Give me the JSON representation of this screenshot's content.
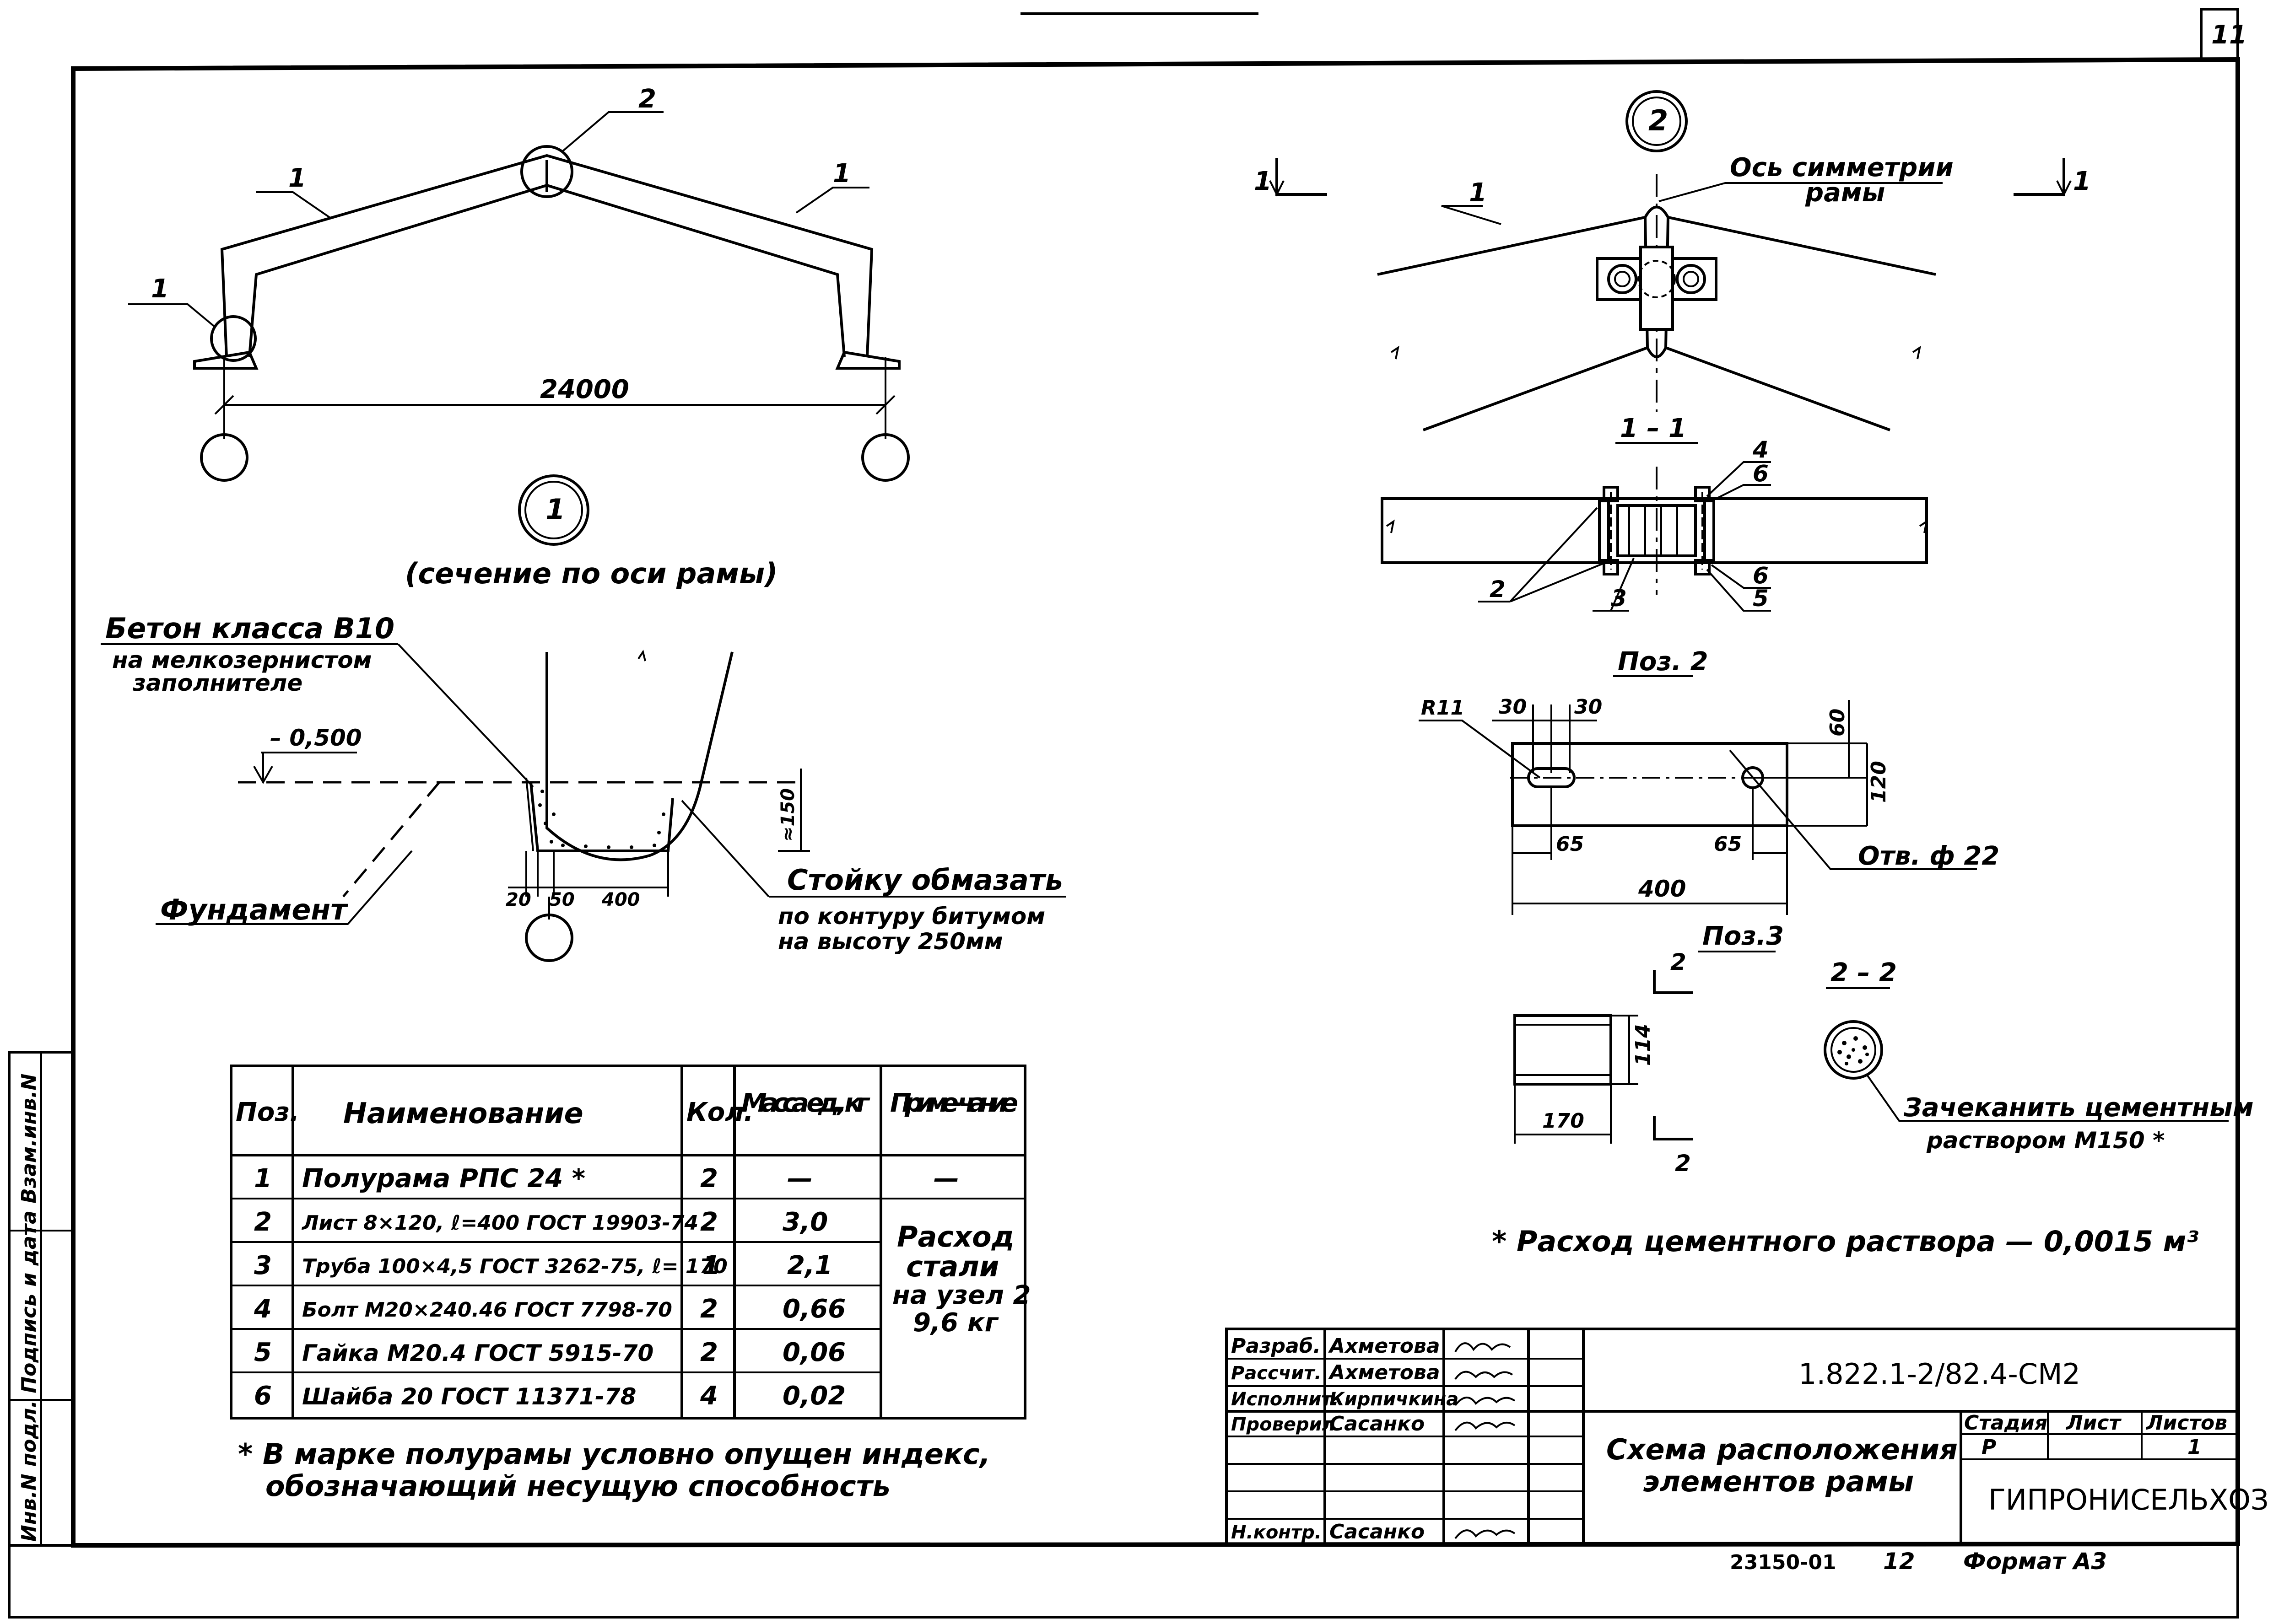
{
  "sheet": {
    "page_number": "11",
    "side_stamp": "Инв.N подл. Подпись и дата Взам.инв.N"
  },
  "frame_view": {
    "dimension": "24000",
    "callouts": [
      "1",
      "2",
      "1",
      "1"
    ],
    "circle_label": "1",
    "caption": "(сечение по оси рамы)"
  },
  "foundation_detail": {
    "concrete_line1": "Бетон класса В10",
    "concrete_line2": "на мелкозернистом",
    "concrete_line3": "заполнителе",
    "level": "– 0,500",
    "foundation": "Фундамент",
    "dim_150": "≈150",
    "dim_20": "20",
    "dim_50": "50",
    "dim_400": "400",
    "note_line1": "Стойку обмазать",
    "note_line2": "по контуру битумом",
    "note_line3": "на высоту 250мм"
  },
  "node_detail": {
    "circle_label": "2",
    "axis_line1": "Ось симметрии",
    "axis_line2": "рамы",
    "section_left": "1",
    "section_right": "1",
    "callout": "1"
  },
  "section_1_1": {
    "title": "1 – 1",
    "labels": [
      "4",
      "6",
      "2",
      "3",
      "6",
      "5"
    ]
  },
  "poz2": {
    "title": "Поз. 2",
    "r": "R11",
    "d30a": "30",
    "d30b": "30",
    "d60": "60",
    "d120": "120",
    "d65a": "65",
    "d65b": "65",
    "d400": "400",
    "hole": "Отв. ф 22"
  },
  "poz3": {
    "title": "Поз.3",
    "d114": "114",
    "d170": "170",
    "cut_top": "2",
    "cut_bottom": "2"
  },
  "section_2_2": {
    "title": "2 – 2",
    "note_line1": "Зачеканить цементным",
    "note_line2": "раствором М150 *"
  },
  "cement_note": "* Расход цементного раствора — 0,0015 м³",
  "spec_table": {
    "headers": [
      "Поз.",
      "Наименование",
      "Кол.",
      "Масса ед., кг",
      "Приме- чание"
    ],
    "rows": [
      {
        "pos": "1",
        "name": "Полурама  РПС 24 *",
        "qty": "2",
        "mass": "—",
        "note": "—"
      },
      {
        "pos": "2",
        "name": "Лист 8×120, ℓ=400 ГОСТ 19903-74",
        "qty": "2",
        "mass": "3,0",
        "note": ""
      },
      {
        "pos": "3",
        "name": "Труба 100×4,5 ГОСТ 3262-75, ℓ= 170",
        "qty": "1",
        "mass": "2,1",
        "note": ""
      },
      {
        "pos": "4",
        "name": "Болт М20×240.46 ГОСТ 7798-70",
        "qty": "2",
        "mass": "0,66",
        "note": ""
      },
      {
        "pos": "5",
        "name": "Гайка  М20.4  ГОСТ 5915-70",
        "qty": "2",
        "mass": "0,06",
        "note": ""
      },
      {
        "pos": "6",
        "name": "Шайба  20  ГОСТ 11371-78",
        "qty": "4",
        "mass": "0,02",
        "note": ""
      }
    ],
    "merged_note": [
      "Расход",
      "стали",
      "на узел 2",
      "9,6 кг"
    ]
  },
  "table_footnote_line1": "* В марке полурамы условно опущен индекс,",
  "table_footnote_line2": "обозначающий несущую способность",
  "title_block": {
    "roles": [
      {
        "role": "Разраб.",
        "name": "Ахметова"
      },
      {
        "role": "Рассчит.",
        "name": "Ахметова"
      },
      {
        "role": "Исполнит.",
        "name": "Кирпичкина"
      },
      {
        "role": "Проверил",
        "name": "Сасанко"
      },
      {
        "role": "",
        "name": ""
      },
      {
        "role": "",
        "name": ""
      },
      {
        "role": "Н.контр.",
        "name": "Сасанко"
      }
    ],
    "code": "1.822.1-2/82.4-СМ2",
    "title_line1": "Схема расположения",
    "title_line2": "элементов рамы",
    "stage_header": "Стадия",
    "sheet_header": "Лист",
    "sheets_header": "Листов",
    "stage": "Р",
    "sheet": "",
    "sheets": "1",
    "org": "ГИПРОНИСЕЛЬХОЗ"
  },
  "bottom": {
    "archive": "23150-01",
    "number": "12",
    "format": "Формат А3"
  }
}
